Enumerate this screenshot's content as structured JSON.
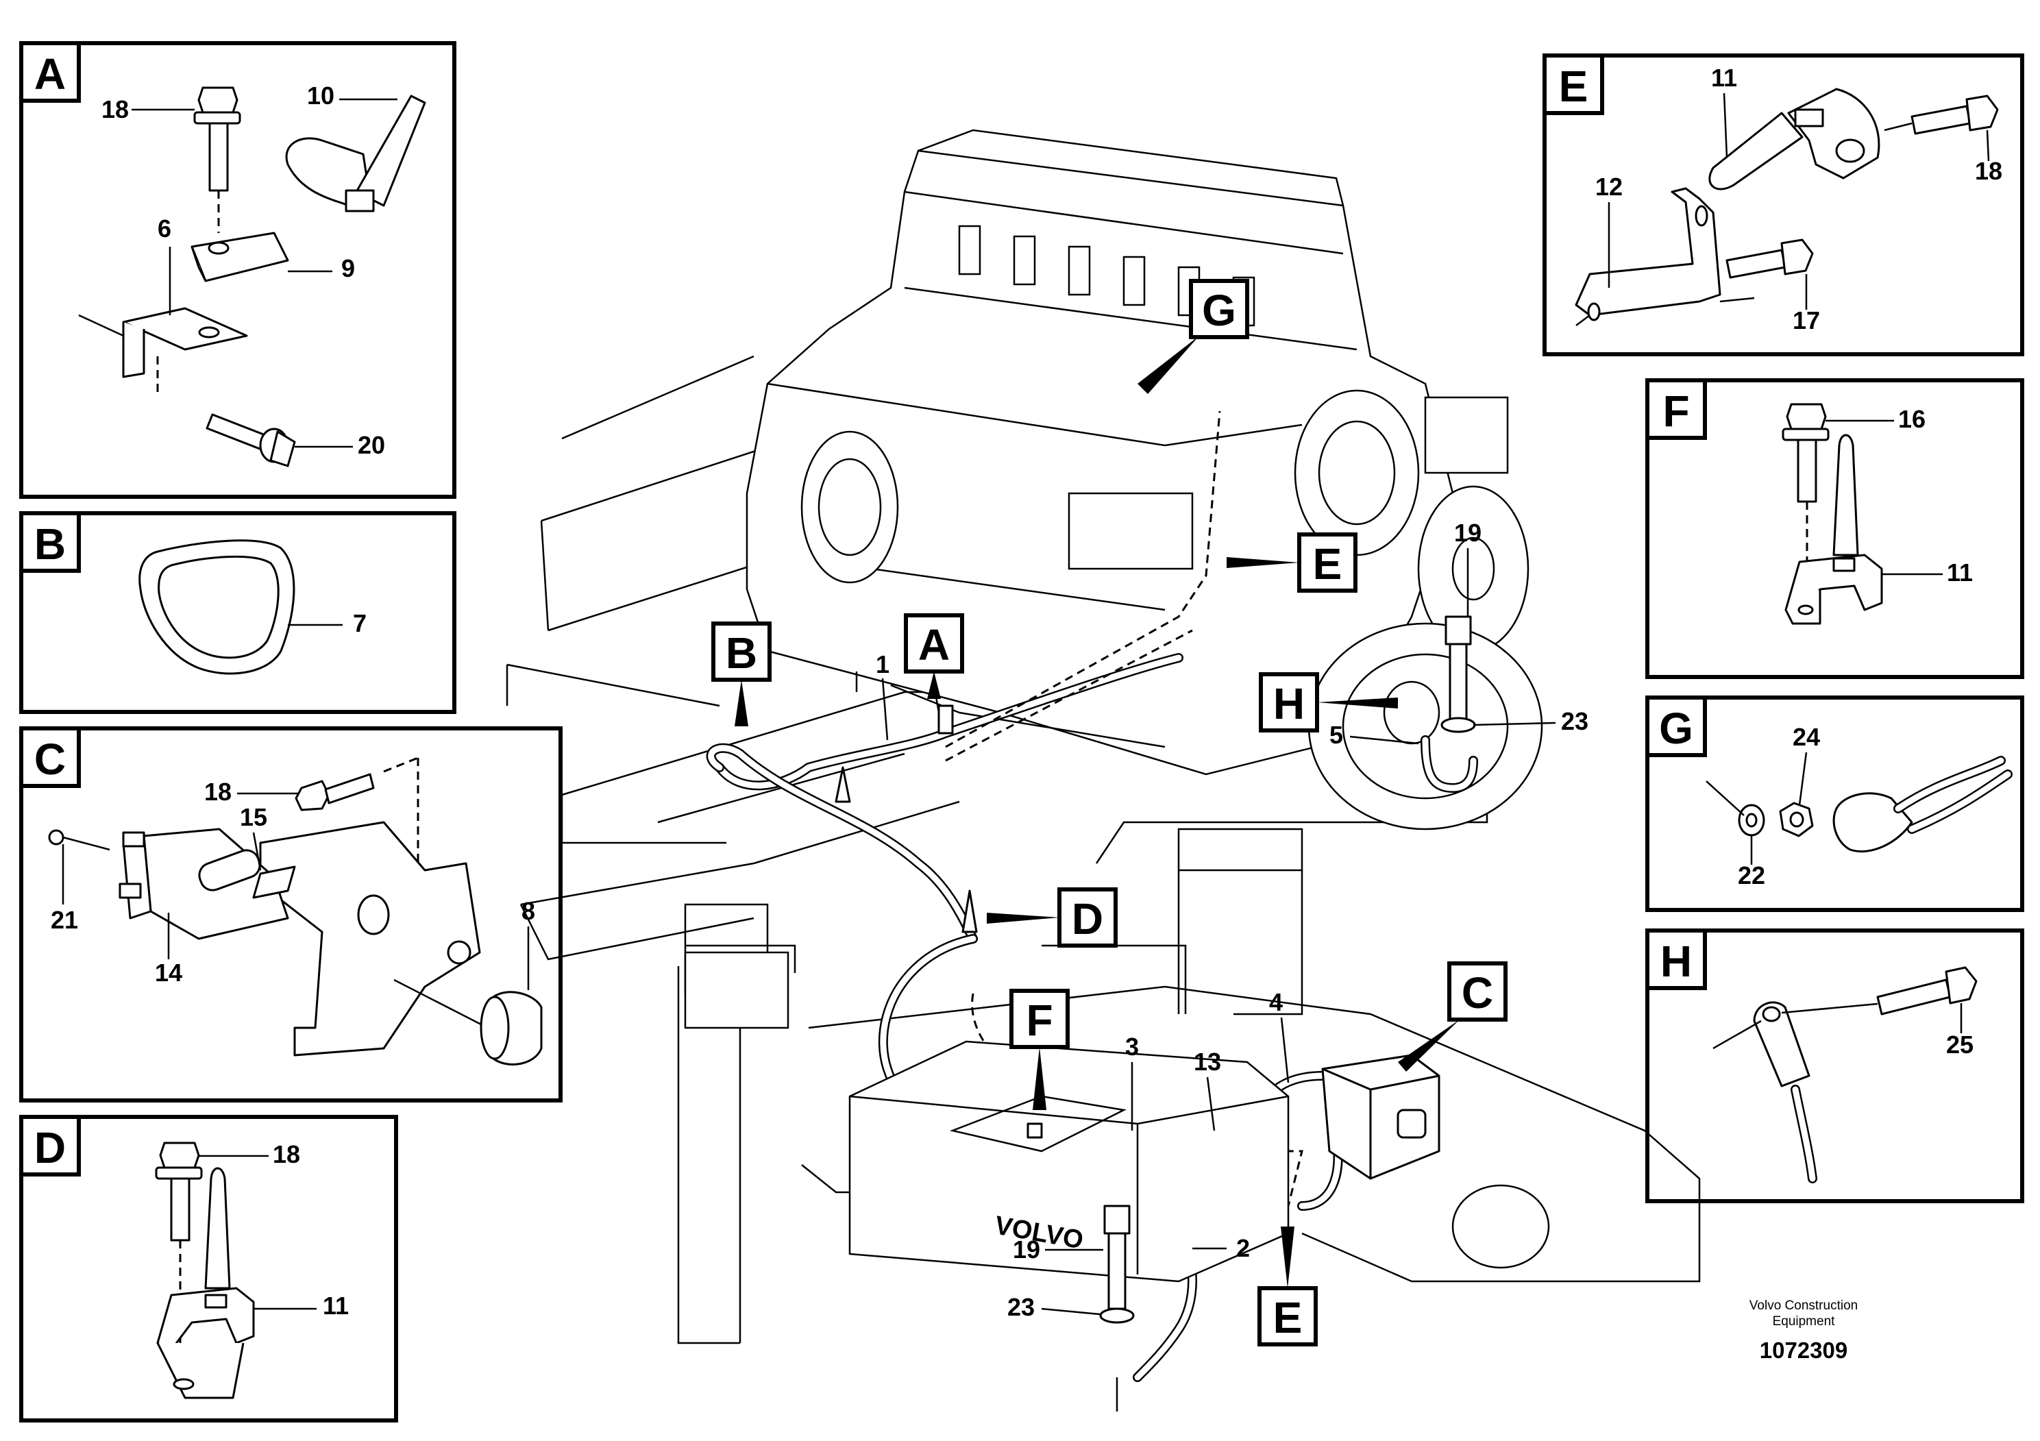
{
  "drawing_number": "1072309",
  "publisher_line1": "Volvo Construction",
  "publisher_line2": "Equipment",
  "detail_panels": {
    "A": {
      "letter": "A",
      "items": [
        "18",
        "10",
        "6",
        "9",
        "20"
      ]
    },
    "B": {
      "letter": "B",
      "items": [
        "7"
      ]
    },
    "C": {
      "letter": "C",
      "items": [
        "18",
        "15",
        "21",
        "14",
        "8"
      ]
    },
    "D": {
      "letter": "D",
      "items": [
        "18",
        "11"
      ]
    },
    "E": {
      "letter": "E",
      "items": [
        "11",
        "12",
        "18",
        "17"
      ]
    },
    "F": {
      "letter": "F",
      "items": [
        "16",
        "11"
      ]
    },
    "G": {
      "letter": "G",
      "items": [
        "24",
        "22"
      ]
    },
    "H": {
      "letter": "H",
      "items": [
        "25"
      ]
    }
  },
  "main_view": {
    "callout_letters": [
      "A",
      "B",
      "G",
      "E",
      "H",
      "D",
      "F",
      "C",
      "E"
    ],
    "item_numbers": [
      "1",
      "19",
      "23",
      "5",
      "4",
      "3",
      "13",
      "2",
      "19",
      "23"
    ]
  }
}
